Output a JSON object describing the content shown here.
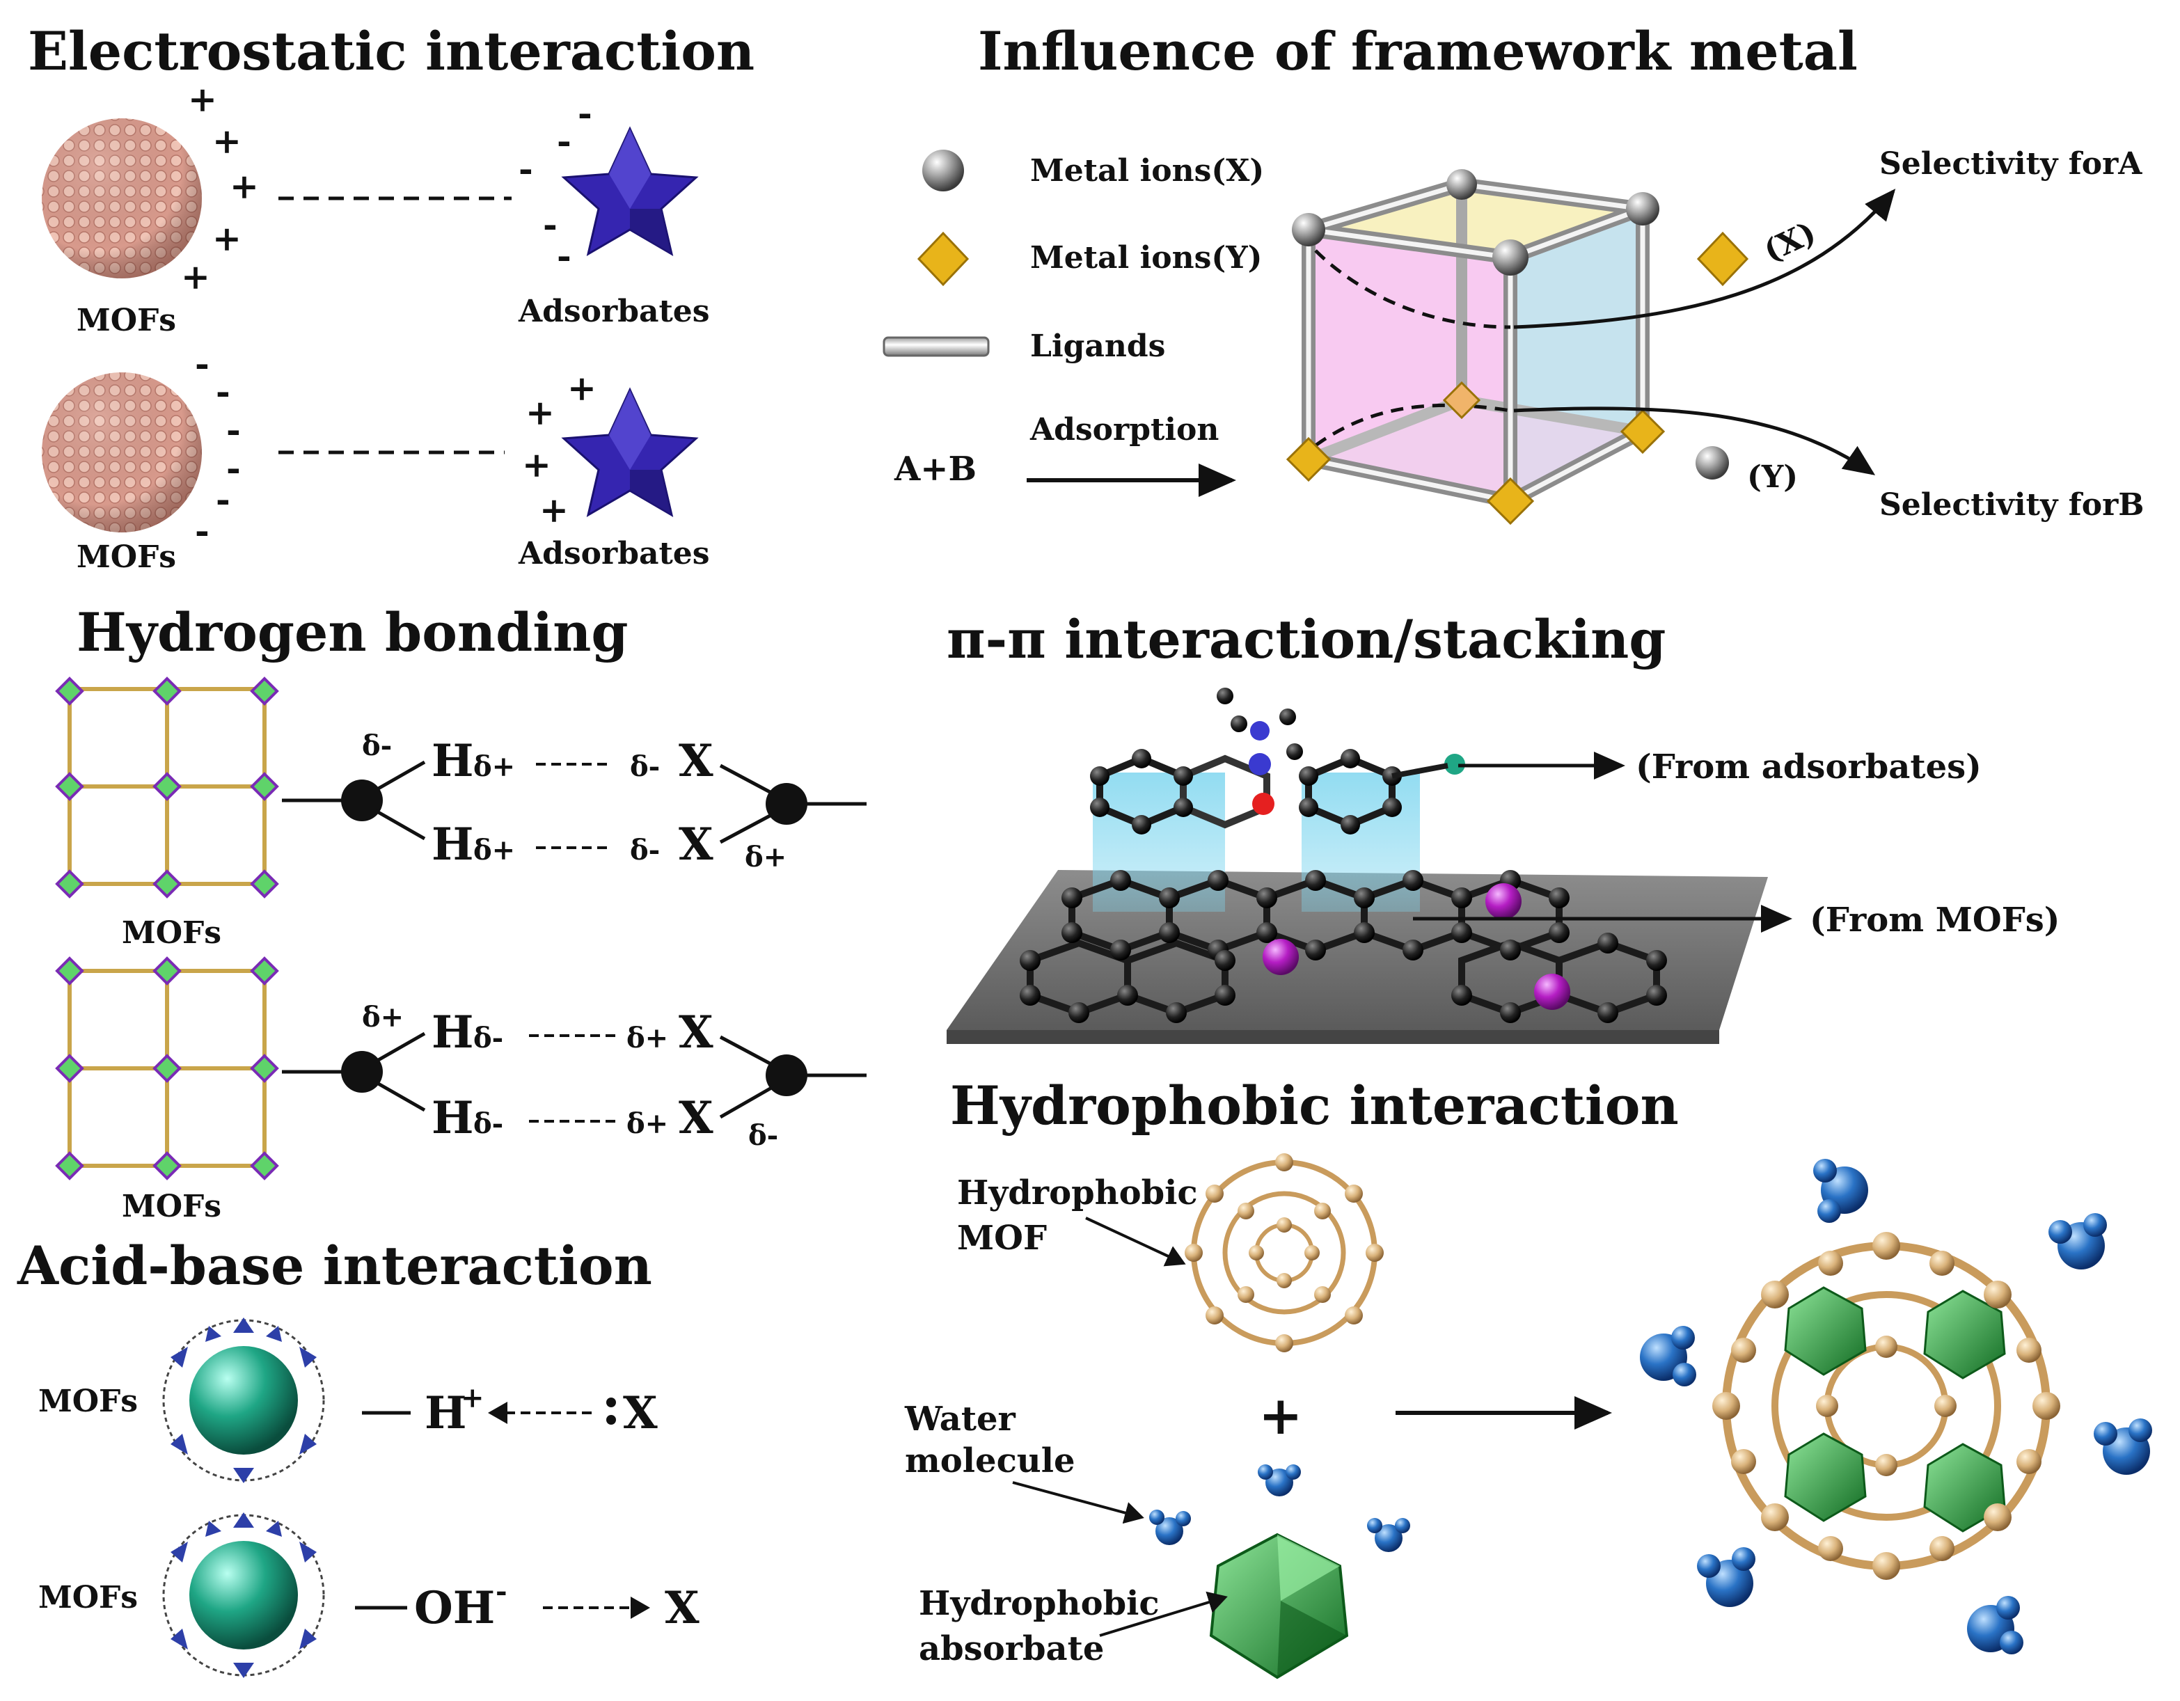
{
  "electrostatic": {
    "title": "Electrostatic interaction",
    "mofs_label": "MOFs",
    "adsorbates_label": "Adsorbates",
    "plus": "+",
    "minus": "-"
  },
  "framework_metal": {
    "title": "Influence of framework metal",
    "legend_metal_x": "Metal ions(X)",
    "legend_metal_y": "Metal ions(Y)",
    "legend_ligands": "Ligands",
    "adsorption_label": "Adsorption",
    "feed": "A+B",
    "selectivity_a": "Selectivity forA",
    "selectivity_b": "Selectivity forB",
    "tag_x": "(X)",
    "tag_y": "(Y)"
  },
  "hydrogen": {
    "title": "Hydrogen bonding",
    "mofs_label": "MOFs",
    "h": "H",
    "x": "X",
    "delta_plus": "δ+",
    "delta_minus": "δ-"
  },
  "pi_pi": {
    "title": "π-π interaction/stacking",
    "from_adsorbates": "(From adsorbates)",
    "from_mofs": "(From MOFs)"
  },
  "acid_base": {
    "title": "Acid-base interaction",
    "mofs_label": "MOFs",
    "row1_acid": "H",
    "row1_acid_sup": "+",
    "row1_base": "X",
    "row2_base": "OH",
    "row2_base_sup": "-",
    "row2_target": "X"
  },
  "hydrophobic": {
    "title": "Hydrophobic interaction",
    "mof_label_line1": "Hydrophobic",
    "mof_label_line2": "MOF",
    "water_label_line1": "Water",
    "water_label_line2": "molecule",
    "absorbate_label_line1": "Hydrophobic",
    "absorbate_label_line2": "absorbate",
    "plus": "+"
  },
  "colors": {
    "mof_sphere": "#d89a8c",
    "adsorbate_star": "#3525b0",
    "metal_y": "#e8b41a",
    "face_pink": "#f6b8ec",
    "face_blue": "#b8dcea",
    "face_yellow": "#f6eeb0",
    "pi_glow": "#7fd6ef",
    "violet_atom": "#b51ec4",
    "water": "#2a73c6",
    "fullerene": "#d9b27a",
    "octahedron": "#25a33a",
    "acid_core": "#1fa685"
  }
}
